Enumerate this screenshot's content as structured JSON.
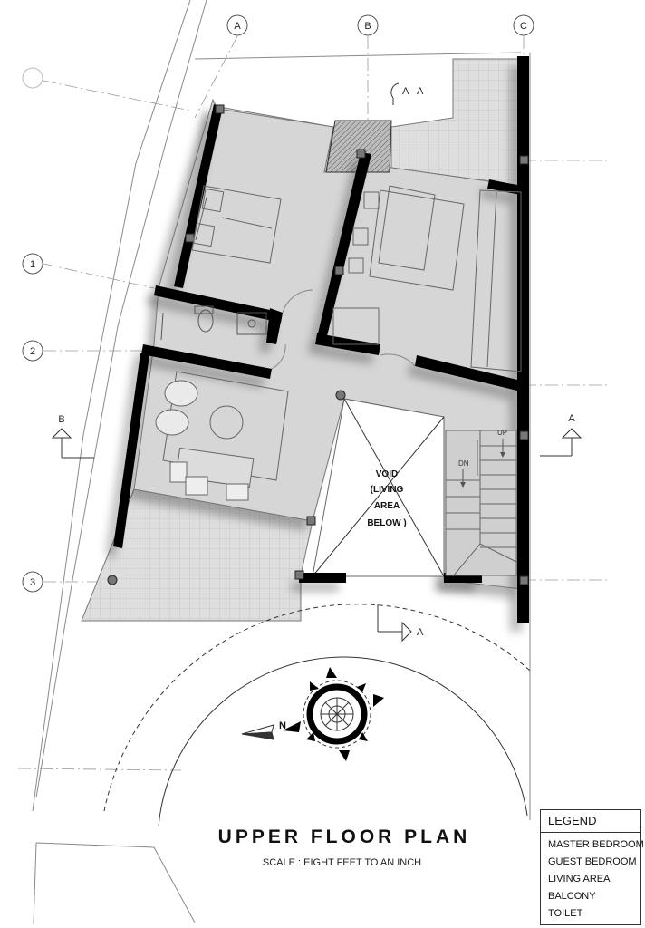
{
  "title": "UPPER FLOOR PLAN",
  "scale": "SCALE : EIGHT FEET TO AN INCH",
  "grid_columns": [
    "A",
    "B",
    "C"
  ],
  "grid_rows": [
    "1",
    "2",
    "3"
  ],
  "section_marks": {
    "top": "A",
    "top_right": "A",
    "left": "B",
    "right": "A",
    "bottom": "A"
  },
  "void_label": [
    "VOID",
    "(LIVING",
    "AREA",
    "BELOW )"
  ],
  "stair": {
    "up": "UP",
    "down": "DN"
  },
  "compass": {
    "north": "N"
  },
  "legend": {
    "heading": "LEGEND",
    "items": [
      "MASTER BEDROOM",
      "GUEST BEDROOM",
      "LIVING AREA",
      "BALCONY",
      "TOILET"
    ]
  }
}
